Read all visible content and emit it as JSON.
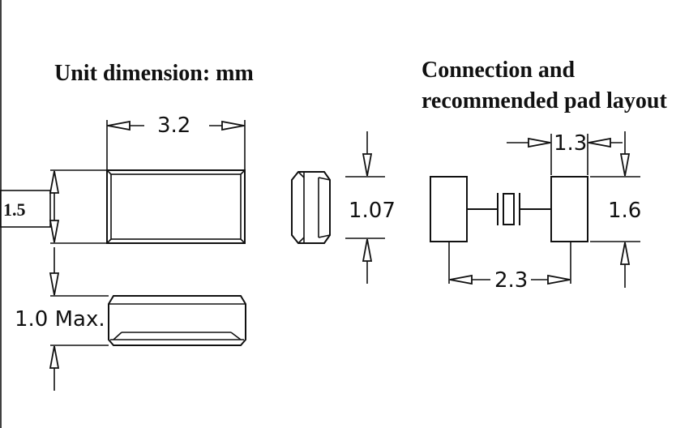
{
  "titles": {
    "left": "Unit dimension: mm",
    "right_line1": "Connection and",
    "right_line2": "recommended pad layout"
  },
  "dimensions": {
    "length": "3.2",
    "width": "1.5",
    "height": "1.0 Max.",
    "end_view_height": "1.07",
    "pad_width": "1.3",
    "pad_spacing": "2.3",
    "pad_height": "1.6"
  }
}
